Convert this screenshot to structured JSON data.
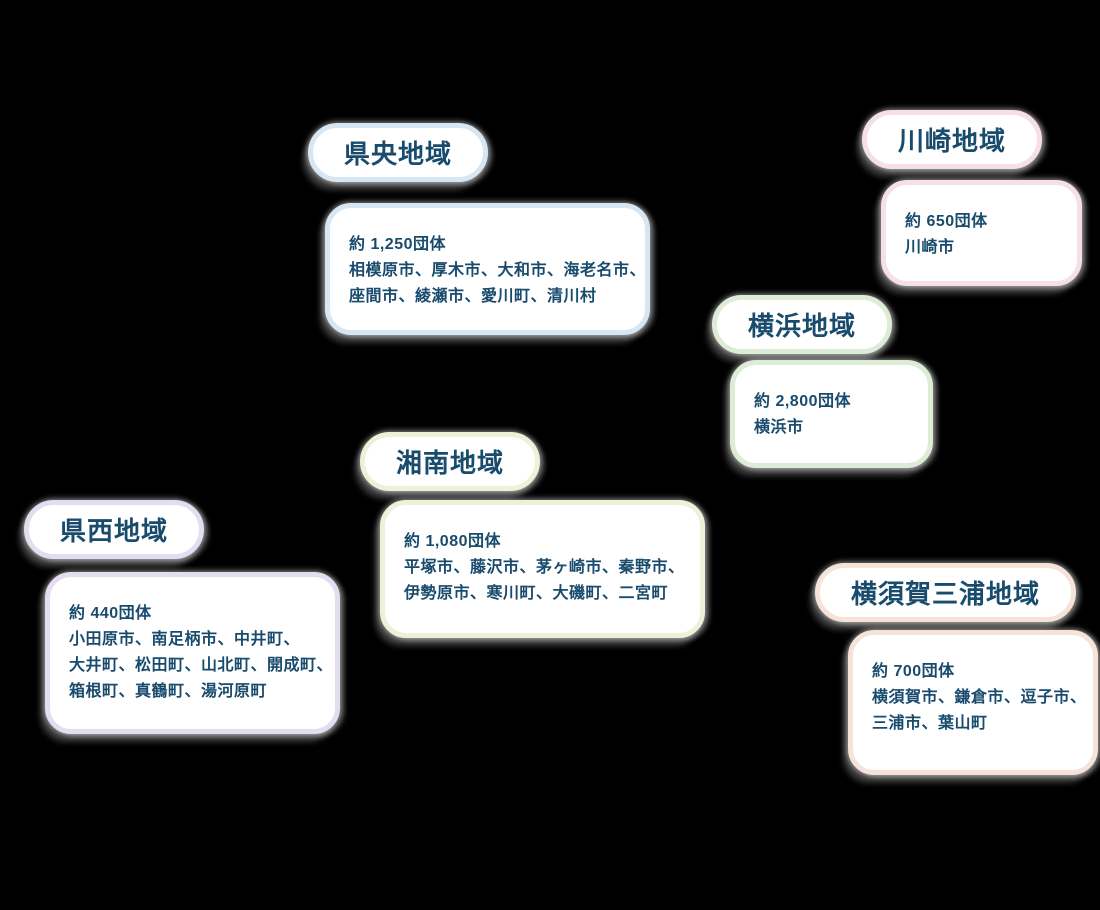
{
  "page": {
    "background_color": "#000000",
    "text_color": "#194b6d"
  },
  "regions": [
    {
      "id": "kenou",
      "name": "県央地域",
      "count": "約 1,250団体",
      "municipalities": [
        "相模原市、厚木市、大和市、海老名市、",
        "座間市、綾瀬市、愛川町、清川村"
      ],
      "accent_color": "#d8e6f2"
    },
    {
      "id": "kawasaki",
      "name": "川崎地域",
      "count": "約 650団体",
      "municipalities": [
        "川崎市"
      ],
      "accent_color": "#f6dfe8"
    },
    {
      "id": "yokohama",
      "name": "横浜地域",
      "count": "約 2,800団体",
      "municipalities": [
        "横浜市"
      ],
      "accent_color": "#dcecd7"
    },
    {
      "id": "shonan",
      "name": "湘南地域",
      "count": "約 1,080団体",
      "municipalities": [
        "平塚市、藤沢市、茅ヶ崎市、秦野市、",
        "伊勢原市、寒川町、大磯町、二宮町"
      ],
      "accent_color": "#eef0d7"
    },
    {
      "id": "kensei",
      "name": "県西地域",
      "count": "約 440団体",
      "municipalities": [
        "小田原市、南足柄市、中井町、",
        "大井町、松田町、山北町、開成町、",
        "箱根町、真鶴町、湯河原町"
      ],
      "accent_color": "#e4ddf0"
    },
    {
      "id": "yokosuka",
      "name": "横須賀三浦地域",
      "count": "約 700団体",
      "municipalities": [
        "横須賀市、鎌倉市、逗子市、",
        "三浦市、葉山町"
      ],
      "accent_color": "#f5e3da"
    }
  ]
}
